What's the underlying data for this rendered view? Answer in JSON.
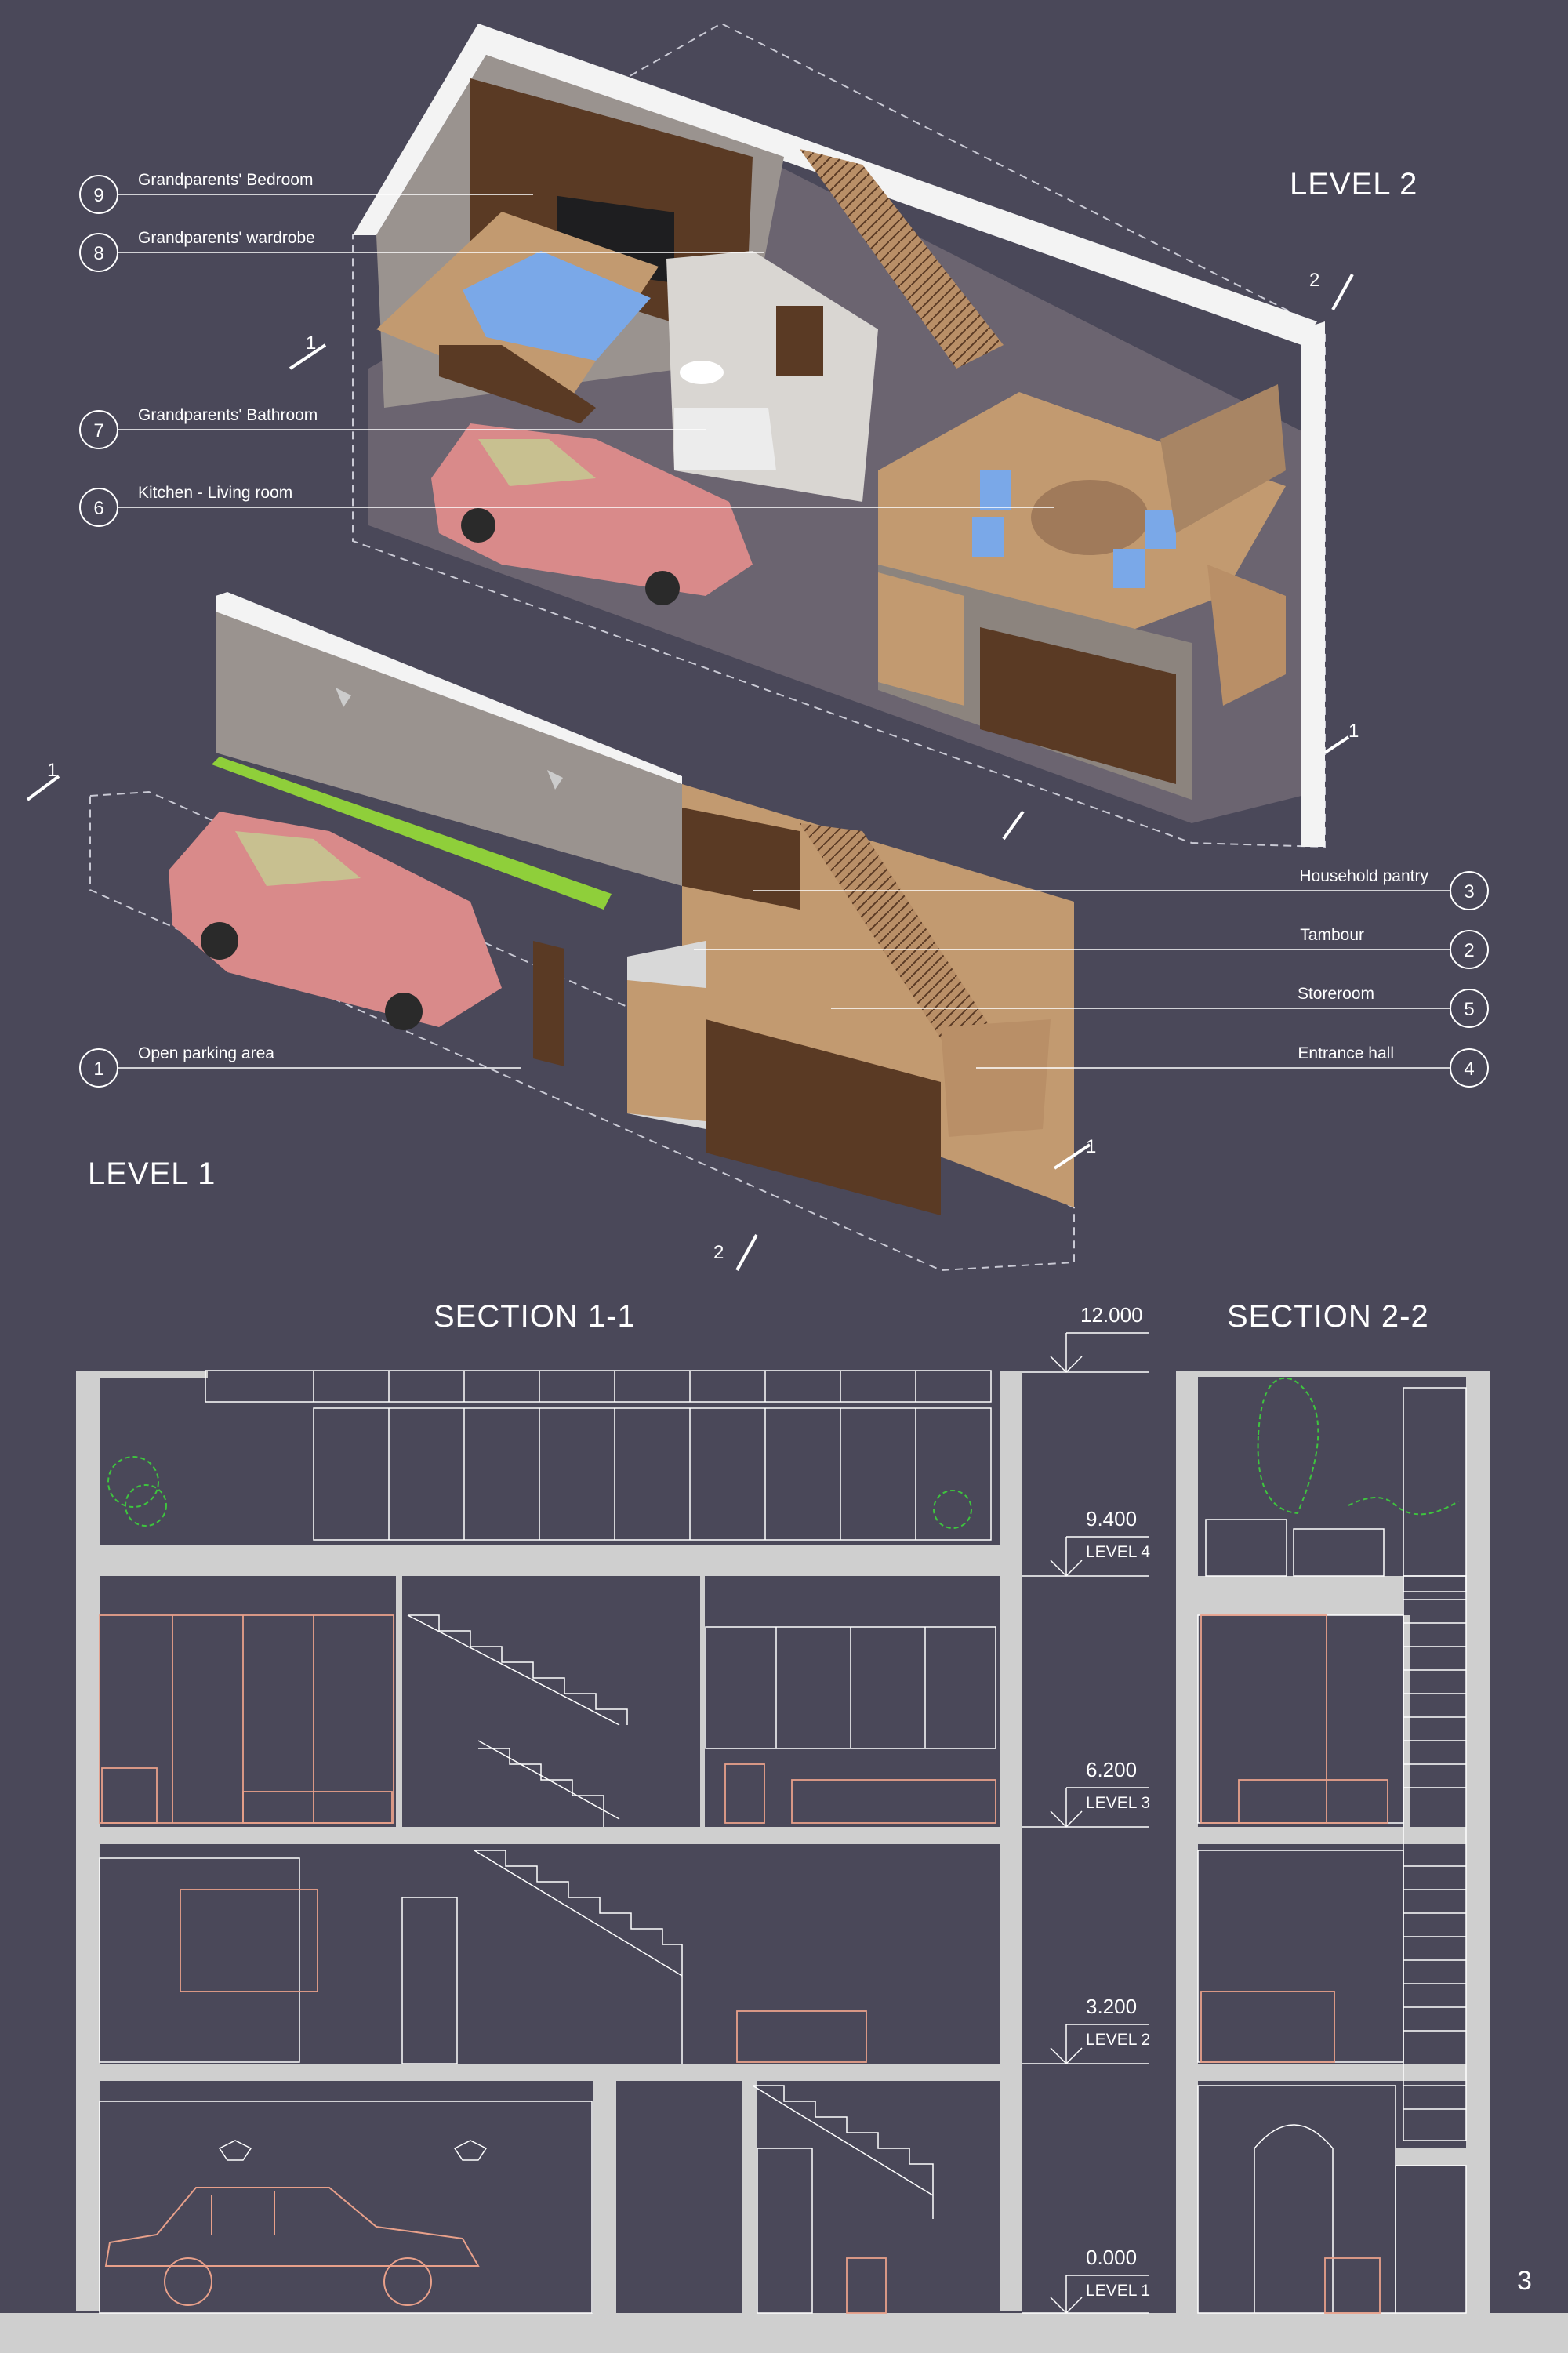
{
  "level_titles": {
    "level2": "LEVEL 2",
    "level1": "LEVEL 1"
  },
  "callouts": [
    {
      "num": "1",
      "label": "Open parking area"
    },
    {
      "num": "2",
      "label": "Tambour"
    },
    {
      "num": "3",
      "label": "Household pantry"
    },
    {
      "num": "4",
      "label": "Entrance hall"
    },
    {
      "num": "5",
      "label": "Storeroom"
    },
    {
      "num": "6",
      "label": "Kitchen - Living room"
    },
    {
      "num": "7",
      "label": "Grandparents' Bathroom"
    },
    {
      "num": "8",
      "label": "Grandparents' wardrobe"
    },
    {
      "num": "9",
      "label": "Grandparents' Bedroom"
    }
  ],
  "section_marks": {
    "s1": "1",
    "s2": "2"
  },
  "sections": {
    "section11": "SECTION 1-1",
    "section22": "SECTION 2-2"
  },
  "elevations": [
    {
      "value": "12.000",
      "level": ""
    },
    {
      "value": "9.400",
      "level": "LEVEL 4"
    },
    {
      "value": "6.200",
      "level": "LEVEL 3"
    },
    {
      "value": "3.200",
      "level": "LEVEL 2"
    },
    {
      "value": "0.000",
      "level": "LEVEL 1"
    }
  ],
  "page_number": "3",
  "colors": {
    "background": "#4a4859",
    "wall": "#cfcfcf",
    "wood": "#b98f67",
    "dark_wood": "#5a3a24",
    "bed": "#7aa8e8",
    "car": "#d98a8a",
    "grass": "#8fcf3a",
    "furniture_lines": "#e8a08a",
    "tree_lines": "#3ec43e"
  }
}
